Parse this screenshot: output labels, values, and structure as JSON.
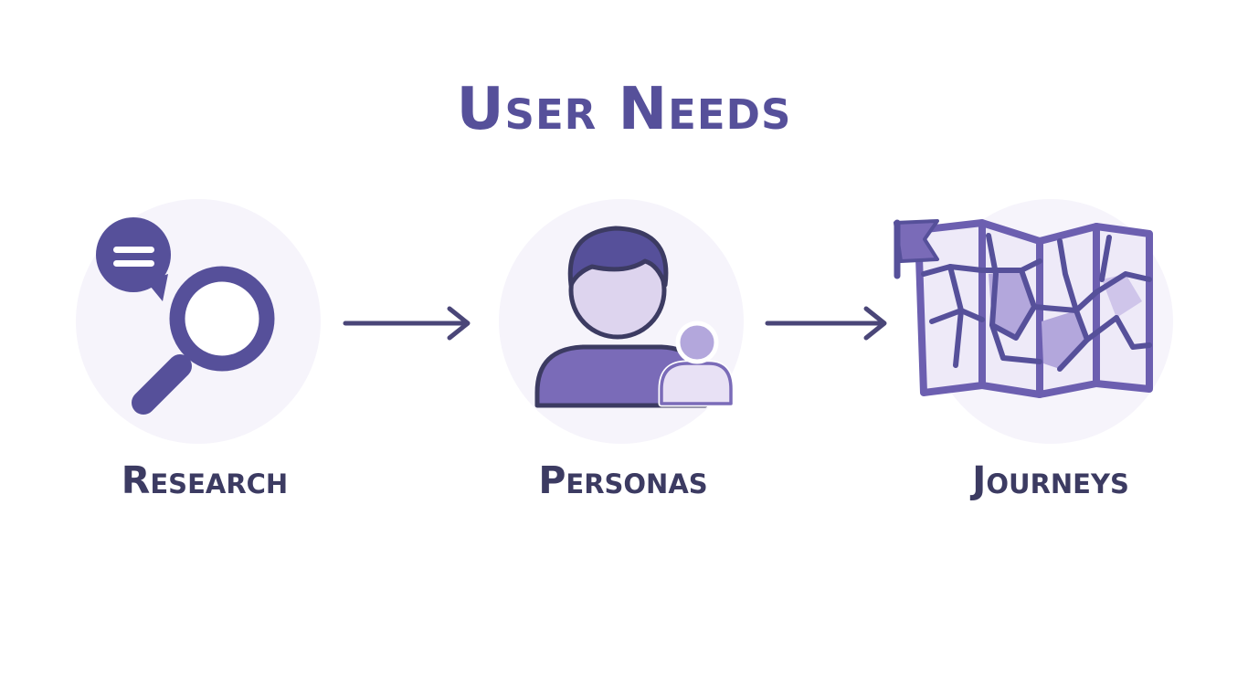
{
  "diagram": {
    "title": "User Needs",
    "steps": [
      {
        "label": "Research",
        "icon": "magnifier-chat-icon"
      },
      {
        "label": "Personas",
        "icon": "persona-icon"
      },
      {
        "label": "Journeys",
        "icon": "map-icon"
      }
    ],
    "connectors": [
      "arrow-right-icon",
      "arrow-right-icon"
    ]
  },
  "colors": {
    "primary": "#56509a",
    "dark": "#4a4678",
    "label": "#3c3b62",
    "light_fill": "#e8e1f5",
    "circle_bg": "#f6f4fb",
    "map_fill": "#eeeaf8",
    "map_shade": "#b3a7dc"
  }
}
